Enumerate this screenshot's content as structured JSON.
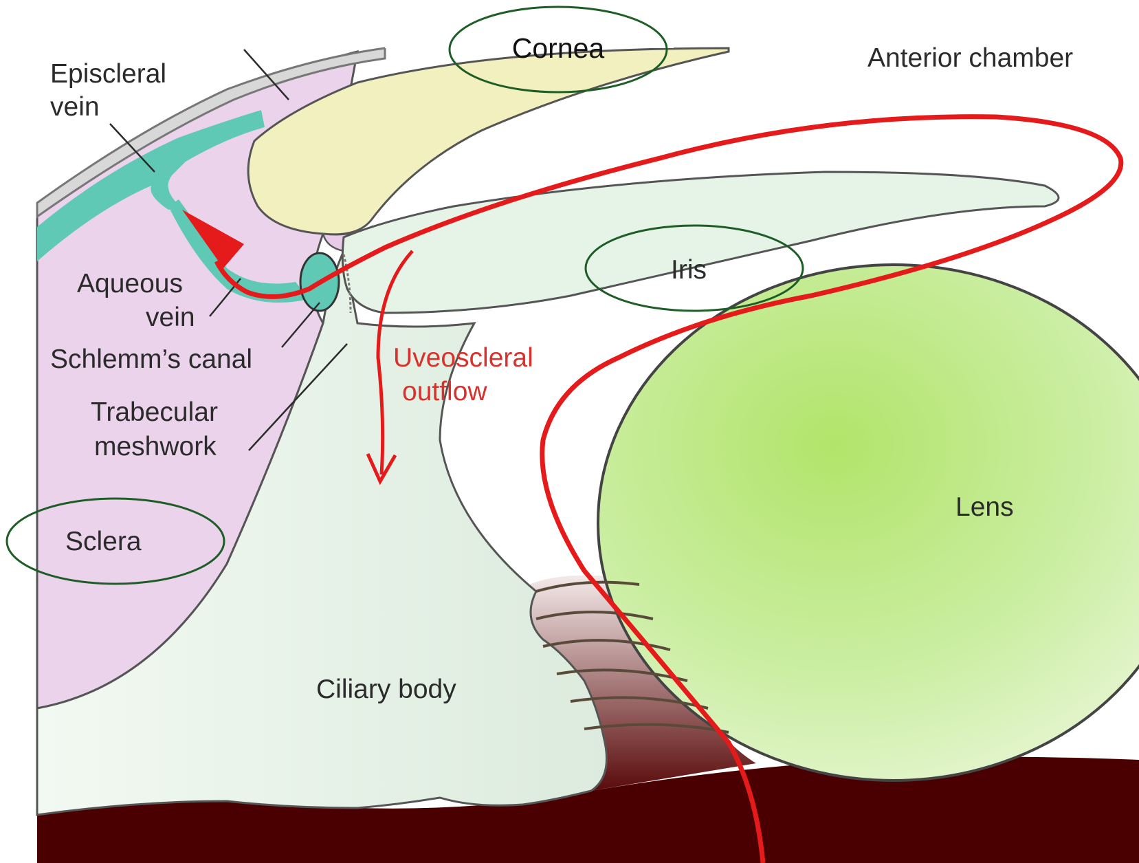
{
  "labels": {
    "cornea": "Cornea",
    "anterior_chamber": "Anterior chamber",
    "episcleral_line1": "Episcleral",
    "episcleral_line2": "vein",
    "aqueous_line1": "Aqueous",
    "aqueous_line2": "vein",
    "schlemm": "Schlemm’s canal",
    "trabecular_line1": "Trabecular",
    "trabecular_line2": "meshwork",
    "sclera": "Sclera",
    "iris": "Iris",
    "uveoscleral_line1": "Uveoscleral",
    "uveoscleral_line2": "outflow",
    "lens": "Lens",
    "ciliary_body": "Ciliary body"
  },
  "colors": {
    "cornea": "#f3f0bf",
    "sclera": "#ecd3ec",
    "episcleral_vein": "#5fc9b6",
    "iris": "#e6f4e8",
    "ciliary_body": "#e4f2e6",
    "lens": "#bde88a",
    "choroid": "#4a0000",
    "aqueous_flow": "#e51a1a",
    "highlight_oval": "#1e5e26"
  }
}
